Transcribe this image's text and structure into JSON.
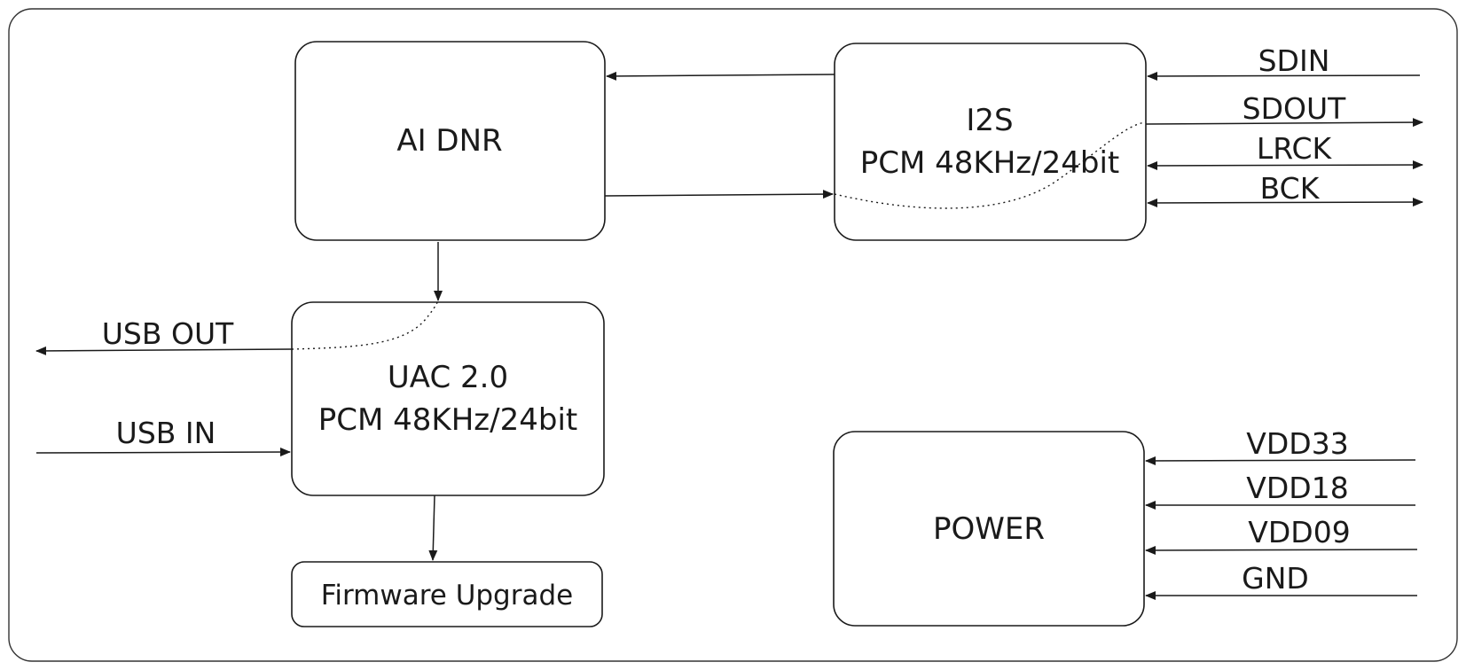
{
  "blocks": {
    "ai_dnr": "AI DNR",
    "i2s_title": "I2S",
    "i2s_sub": "PCM 48KHz/24bit",
    "uac_title": "UAC 2.0",
    "uac_sub": "PCM 48KHz/24bit",
    "firmware": "Firmware Upgrade",
    "power": "POWER"
  },
  "i2s_signals": [
    "SDIN",
    "SDOUT",
    "LRCK",
    "BCK"
  ],
  "usb_signals": {
    "out": "USB OUT",
    "in": "USB IN"
  },
  "power_signals": [
    "VDD33",
    "VDD18",
    "VDD09",
    "GND"
  ]
}
